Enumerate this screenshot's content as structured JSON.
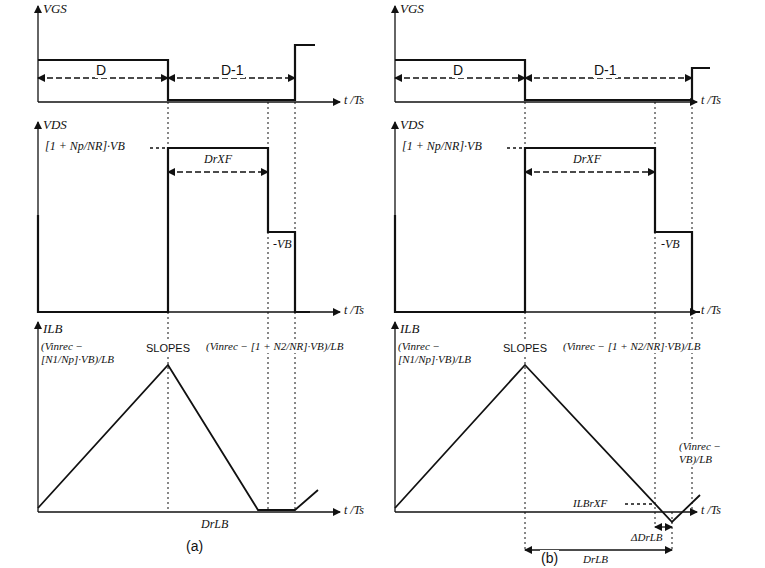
{
  "diagram": {
    "labels": [
      "VGS",
      "D",
      "D-1",
      "t /Ts",
      "VDS",
      "[1 + Np/NR]·VB",
      "DrXF",
      "-VB",
      "t /Ts",
      "ILB",
      "(Vinrec − [N1/Np]·VB)/LB",
      "SLOPES",
      "(Vinrec − [1 + N2/NR]·VB)/LB",
      "DrLB",
      "t /Ts",
      "(a)",
      "VGS",
      "D",
      "D-1",
      "t /Ts",
      "VDS",
      "[1 + Np/NR]·VB",
      "DrXF",
      "-VB",
      "t /Ts",
      "ILB",
      "(Vinrec − [N1/Np]·VB)/LB",
      "SLOPES",
      "(Vinrec − [1 + N2/NR]·VB)/LB",
      "(Vinrec − VB)/LB",
      "ILBrXF",
      "ΔDrLB",
      "DrLB",
      "t /Ts",
      "(b)"
    ]
  }
}
